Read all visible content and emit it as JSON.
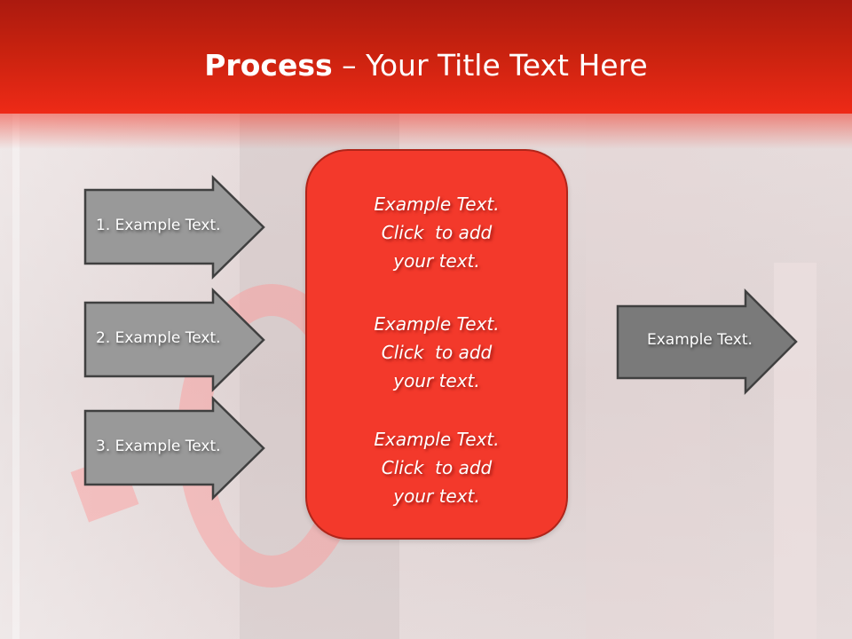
{
  "slide": {
    "title_bold": "Process",
    "title_rest": " – Your Title Text Here",
    "colors": {
      "header_top": "#ab1a0f",
      "header_bottom": "#ee2a17",
      "center_box_fill": "#f3392b",
      "center_box_border": "#b0251a",
      "arrow_left_fill": "#999999",
      "arrow_right_fill": "#7a7a7a",
      "arrow_stroke": "#404040"
    }
  },
  "input_arrows": [
    {
      "label": "1. Example Text."
    },
    {
      "label": "2. Example Text."
    },
    {
      "label": "3. Example Text."
    }
  ],
  "center_box": {
    "blocks": [
      {
        "line1": "Example Text.",
        "line2": "Click  to add",
        "line3": "your text."
      },
      {
        "line1": "Example Text.",
        "line2": "Click  to add",
        "line3": "your text."
      },
      {
        "line1": "Example Text.",
        "line2": "Click  to add",
        "line3": "your text."
      }
    ]
  },
  "output_arrow": {
    "label": "Example Text."
  }
}
